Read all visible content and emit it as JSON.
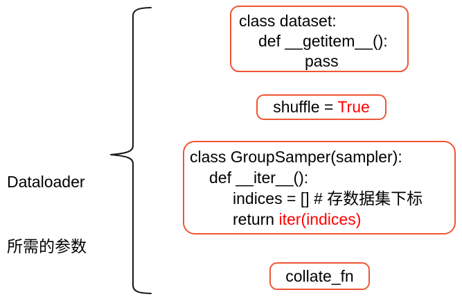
{
  "diagram": {
    "group_label": {
      "line1": "Dataloader",
      "line2": "所需的参数"
    },
    "brace_icon_name": "left-curly-brace",
    "colors": {
      "box_border": "#ee5533",
      "text": "#000000",
      "highlight": "#ff0000",
      "background": "#ffffff"
    },
    "boxes": [
      {
        "id": "dataset",
        "lines": [
          {
            "indent": 0,
            "text": "class dataset:"
          },
          {
            "indent": 1,
            "text": "def __getitem__():"
          },
          {
            "indent": 3,
            "text": "pass"
          }
        ]
      },
      {
        "id": "shuffle",
        "lines": [
          {
            "indent": 0,
            "text": "shuffle = ",
            "highlight": "True"
          }
        ]
      },
      {
        "id": "sampler",
        "lines": [
          {
            "indent": 0,
            "text": "class GroupSamper(sampler):"
          },
          {
            "indent": 1,
            "text": "def __iter__():"
          },
          {
            "indent": 2,
            "text": "indices = [] # 存数据集下标"
          },
          {
            "indent": 2,
            "text": "return ",
            "highlight": "iter(indices)"
          }
        ]
      },
      {
        "id": "collate",
        "lines": [
          {
            "indent": 0,
            "text": "collate_fn"
          }
        ]
      }
    ]
  }
}
